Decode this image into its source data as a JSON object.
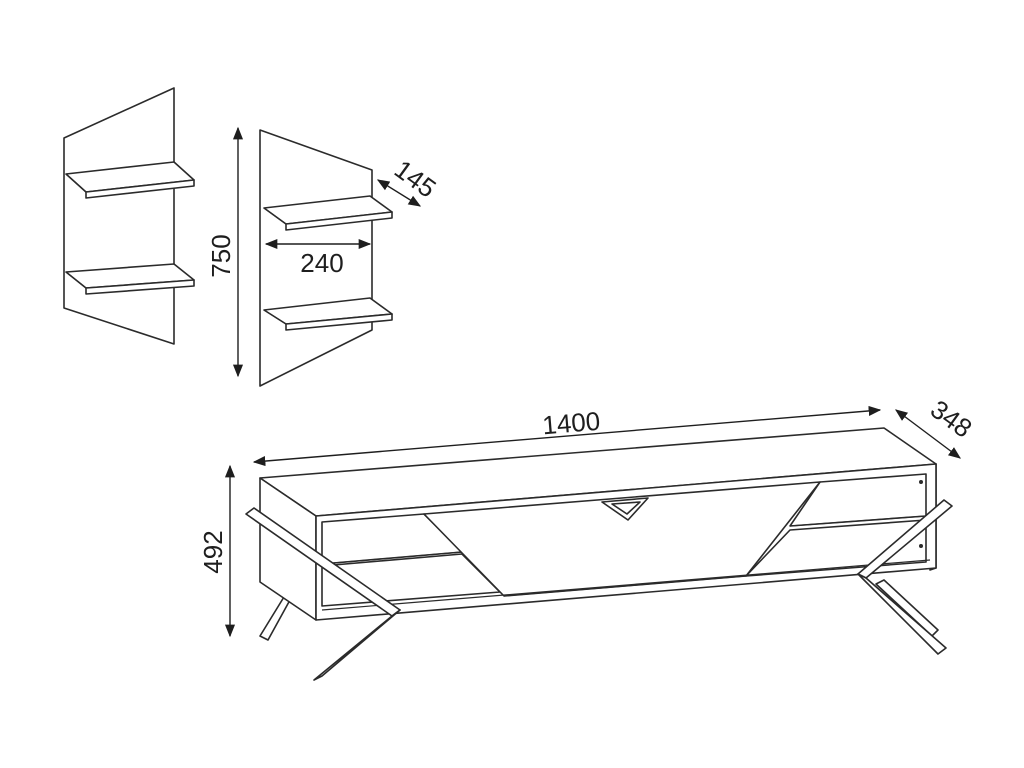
{
  "dimensions": {
    "shelf_height": "750",
    "shelf_width": "240",
    "shelf_depth": "145",
    "tv_unit_width": "1400",
    "tv_unit_depth": "348",
    "tv_unit_height": "492"
  },
  "colors": {
    "line": "#2b2b2b",
    "background": "#ffffff"
  }
}
